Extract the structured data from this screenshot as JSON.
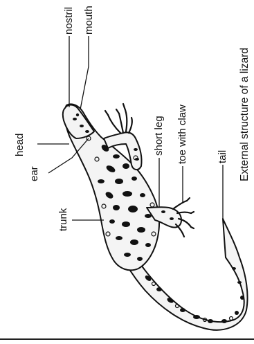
{
  "labels": {
    "nostril": "nostril",
    "mouth": "mouth",
    "head": "head",
    "ear": "ear",
    "short_leg": "short leg",
    "toe_with_claw": "toe with claw",
    "trunk": "trunk",
    "tail": "tail"
  },
  "caption": "External structure of a lizard",
  "colors": {
    "ink": "#111111",
    "paper": "#ffffff"
  }
}
